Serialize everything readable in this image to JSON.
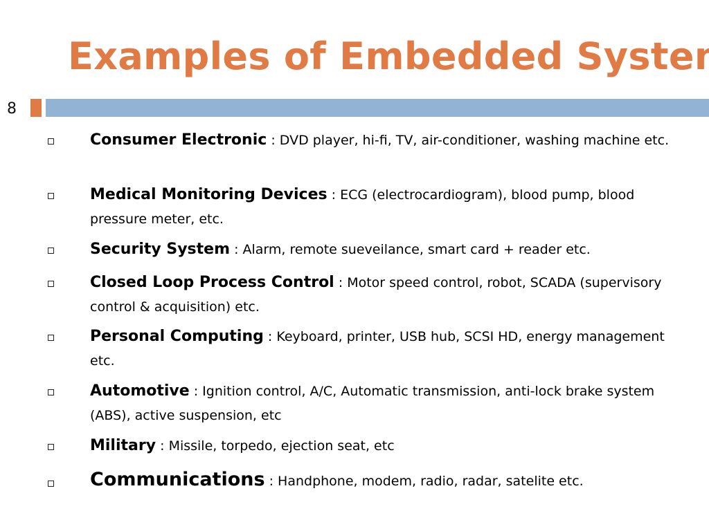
{
  "slide": {
    "title": "Examples of Embedded System",
    "number": "8",
    "accent_color": "#e07b45",
    "bar_color": "#92b3d3"
  },
  "items": [
    {
      "term": "Consumer Electronic",
      "sep": " : ",
      "desc": "DVD player, hi-fi, TV, air-conditioner, washing machine etc."
    },
    {
      "term": "Medical Monitoring Devices",
      "sep": " : ",
      "desc": "ECG (electrocardiogram), blood pump, blood pressure meter, etc."
    },
    {
      "term": "Security System",
      "sep": " : ",
      "desc": "Alarm, remote sueveilance, smart card + reader etc."
    },
    {
      "term": "Closed Loop Process Control",
      "sep": " : ",
      "desc": "Motor speed control, robot, SCADA (supervisory control & acquisition) etc."
    },
    {
      "term": "Personal Computing",
      "sep": " : ",
      "desc": "Keyboard, printer, USB hub, SCSI HD, energy management etc."
    },
    {
      "term": "Automotive",
      "sep": " : ",
      "desc": "Ignition control, A/C, Automatic transmission, anti-lock brake system (ABS), active suspension, etc"
    },
    {
      "term": "Military",
      "sep": " : ",
      "desc": "Missile, torpedo, ejection seat, etc"
    },
    {
      "term": "Communications",
      "sep": " : ",
      "desc": "Handphone, modem, radio, radar, satelite etc."
    }
  ]
}
